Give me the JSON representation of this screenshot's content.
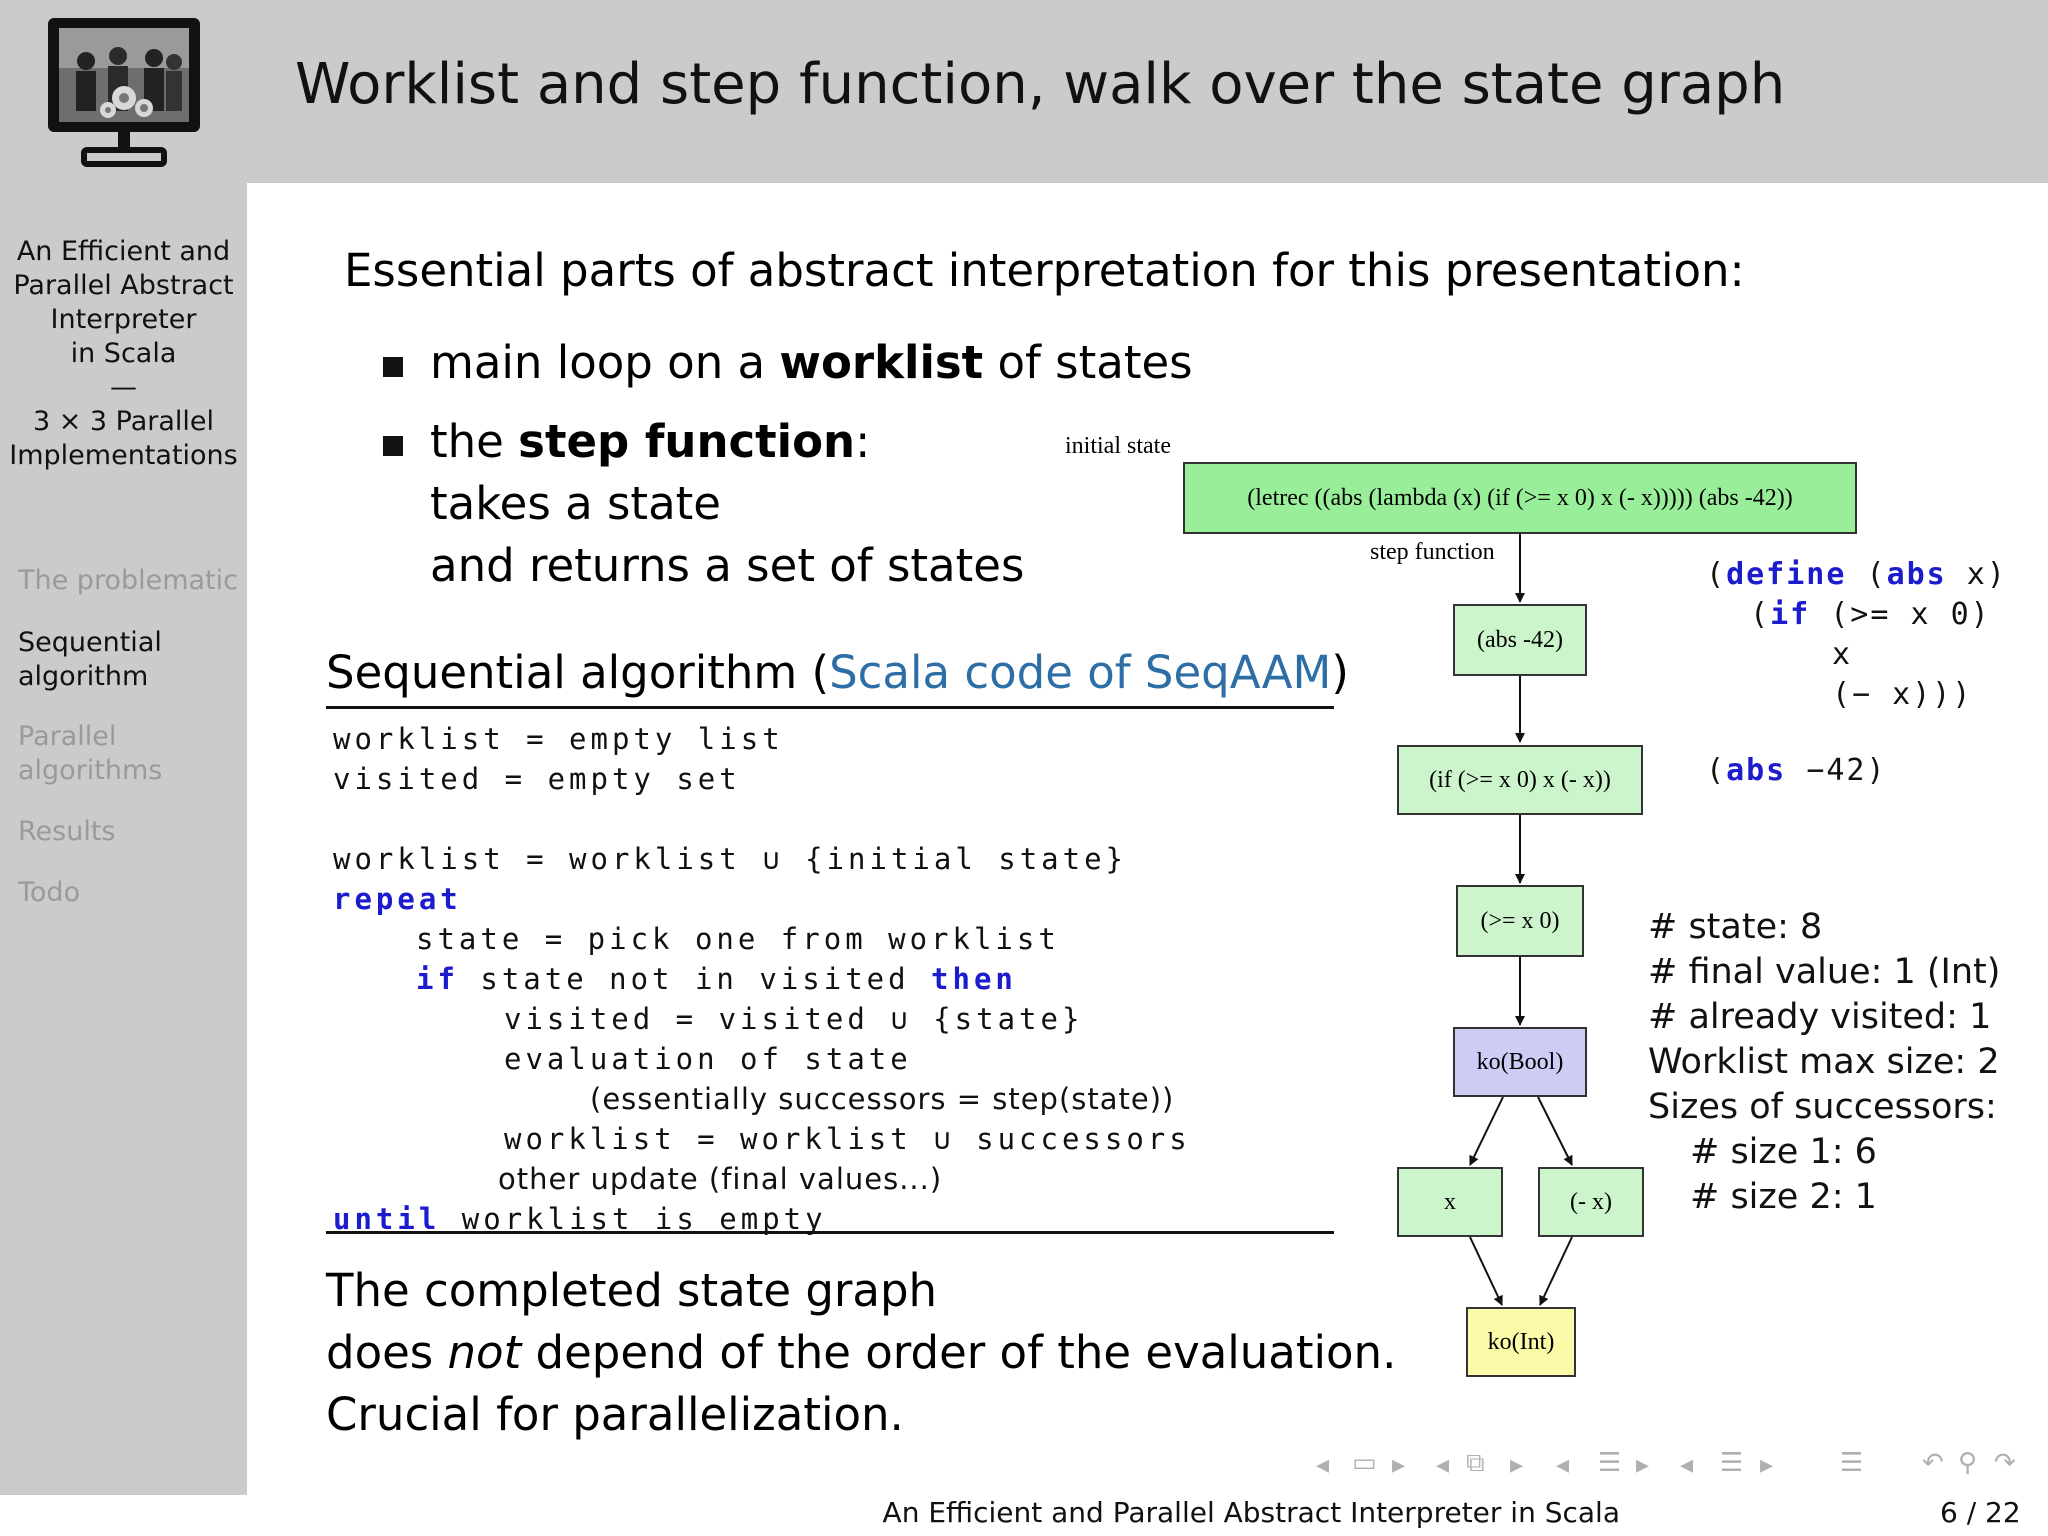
{
  "header": {
    "title": "Worklist and step function, walk over the state graph"
  },
  "sidebar": {
    "title_lines": [
      "An Efficient and",
      "Parallel Abstract",
      "Interpreter",
      "in Scala",
      "—",
      "3 × 3 Parallel",
      "Implementations"
    ],
    "items": [
      {
        "lines": [
          "The problematic"
        ],
        "active": false
      },
      {
        "lines": [
          "Sequential",
          "algorithm"
        ],
        "active": true
      },
      {
        "lines": [
          "Parallel",
          "algorithms"
        ],
        "active": false
      },
      {
        "lines": [
          "Results"
        ],
        "active": false
      },
      {
        "lines": [
          "Todo"
        ],
        "active": false
      }
    ]
  },
  "intro": "Essential parts of abstract interpretation for this presentation:",
  "bullet1": {
    "pre": "main loop on a ",
    "bold": "worklist",
    "post": " of states"
  },
  "bullet2": {
    "pre": "the ",
    "bold": "step function",
    "post": ":",
    "line2": "takes a state",
    "line3": "and returns a set of states"
  },
  "algo": {
    "title_pre": "Sequential algorithm (",
    "link": "Scala code of SeqAAM",
    "title_post": ")"
  },
  "code": [
    {
      "indent": 0,
      "parts": [
        {
          "t": "worklist = empty list"
        }
      ]
    },
    {
      "indent": 0,
      "parts": [
        {
          "t": "visited = empty set"
        }
      ]
    },
    {
      "indent": 0,
      "parts": [
        {
          "t": "worklist = worklist ∪ {initial state}"
        }
      ]
    },
    {
      "indent": 0,
      "parts": [
        {
          "t": "repeat",
          "kw": true
        }
      ]
    },
    {
      "indent": 1,
      "parts": [
        {
          "t": "state = pick one from worklist"
        }
      ]
    },
    {
      "indent": 1,
      "parts": [
        {
          "t": "if",
          "kw": true
        },
        {
          "t": " state not in visited "
        },
        {
          "t": "then",
          "kw": true
        }
      ]
    },
    {
      "indent": 2,
      "parts": [
        {
          "t": "visited = visited ∪ {state}"
        }
      ]
    },
    {
      "indent": 2,
      "parts": [
        {
          "t": "evaluation of state"
        }
      ]
    },
    {
      "indent": 3,
      "parts": [
        {
          "t": "(essentially successors = step(state))"
        }
      ]
    },
    {
      "indent": 2,
      "parts": [
        {
          "t": "worklist = worklist ∪ successors"
        }
      ]
    },
    {
      "indent": 2,
      "parts": [
        {
          "t": "other update (final values...)"
        }
      ]
    },
    {
      "indent": 0,
      "parts": [
        {
          "t": "until",
          "kw": true
        },
        {
          "t": " worklist is empty"
        }
      ]
    }
  ],
  "conclusion": {
    "line1": "The completed state graph",
    "line2_pre": "does ",
    "line2_em": "not",
    "line2_post": " depend of the order of the evaluation.",
    "line3": "Crucial for parallelization."
  },
  "graph": {
    "label_initial": "initial state",
    "label_step": "step function",
    "nodes": {
      "n0": "(letrec ((abs (lambda (x) (if (>= x 0) x (- x))))) (abs -42))",
      "n1": "(abs -42)",
      "n2": "(if (>= x 0) x (- x))",
      "n3": "(>= x 0)",
      "n4": "ko(Bool)",
      "n5": "x",
      "n6": "(- x)",
      "n7": "ko(Int)"
    },
    "colors": {
      "initial": "#99ee99",
      "state": "#ccf5cc",
      "bool": "#ccccf5",
      "int": "#fafaa8"
    }
  },
  "scheme": {
    "l1": [
      "(",
      "define",
      " (",
      "abs",
      " x)"
    ],
    "l2": [
      "(",
      "if",
      " (>= x 0)"
    ],
    "l3": "x",
    "l4": "(− x)))",
    "l5": [
      "(",
      "abs",
      " −42)"
    ]
  },
  "stats": [
    "# state: 8",
    "# final value: 1 (Int)",
    "# already visited: 1",
    "Worklist max size: 2",
    "Sizes of successors:",
    "# size 1: 6",
    "# size 2: 1"
  ],
  "footer": {
    "title": "An Efficient and Parallel Abstract Interpreter in Scala",
    "page": "6 / 22"
  }
}
